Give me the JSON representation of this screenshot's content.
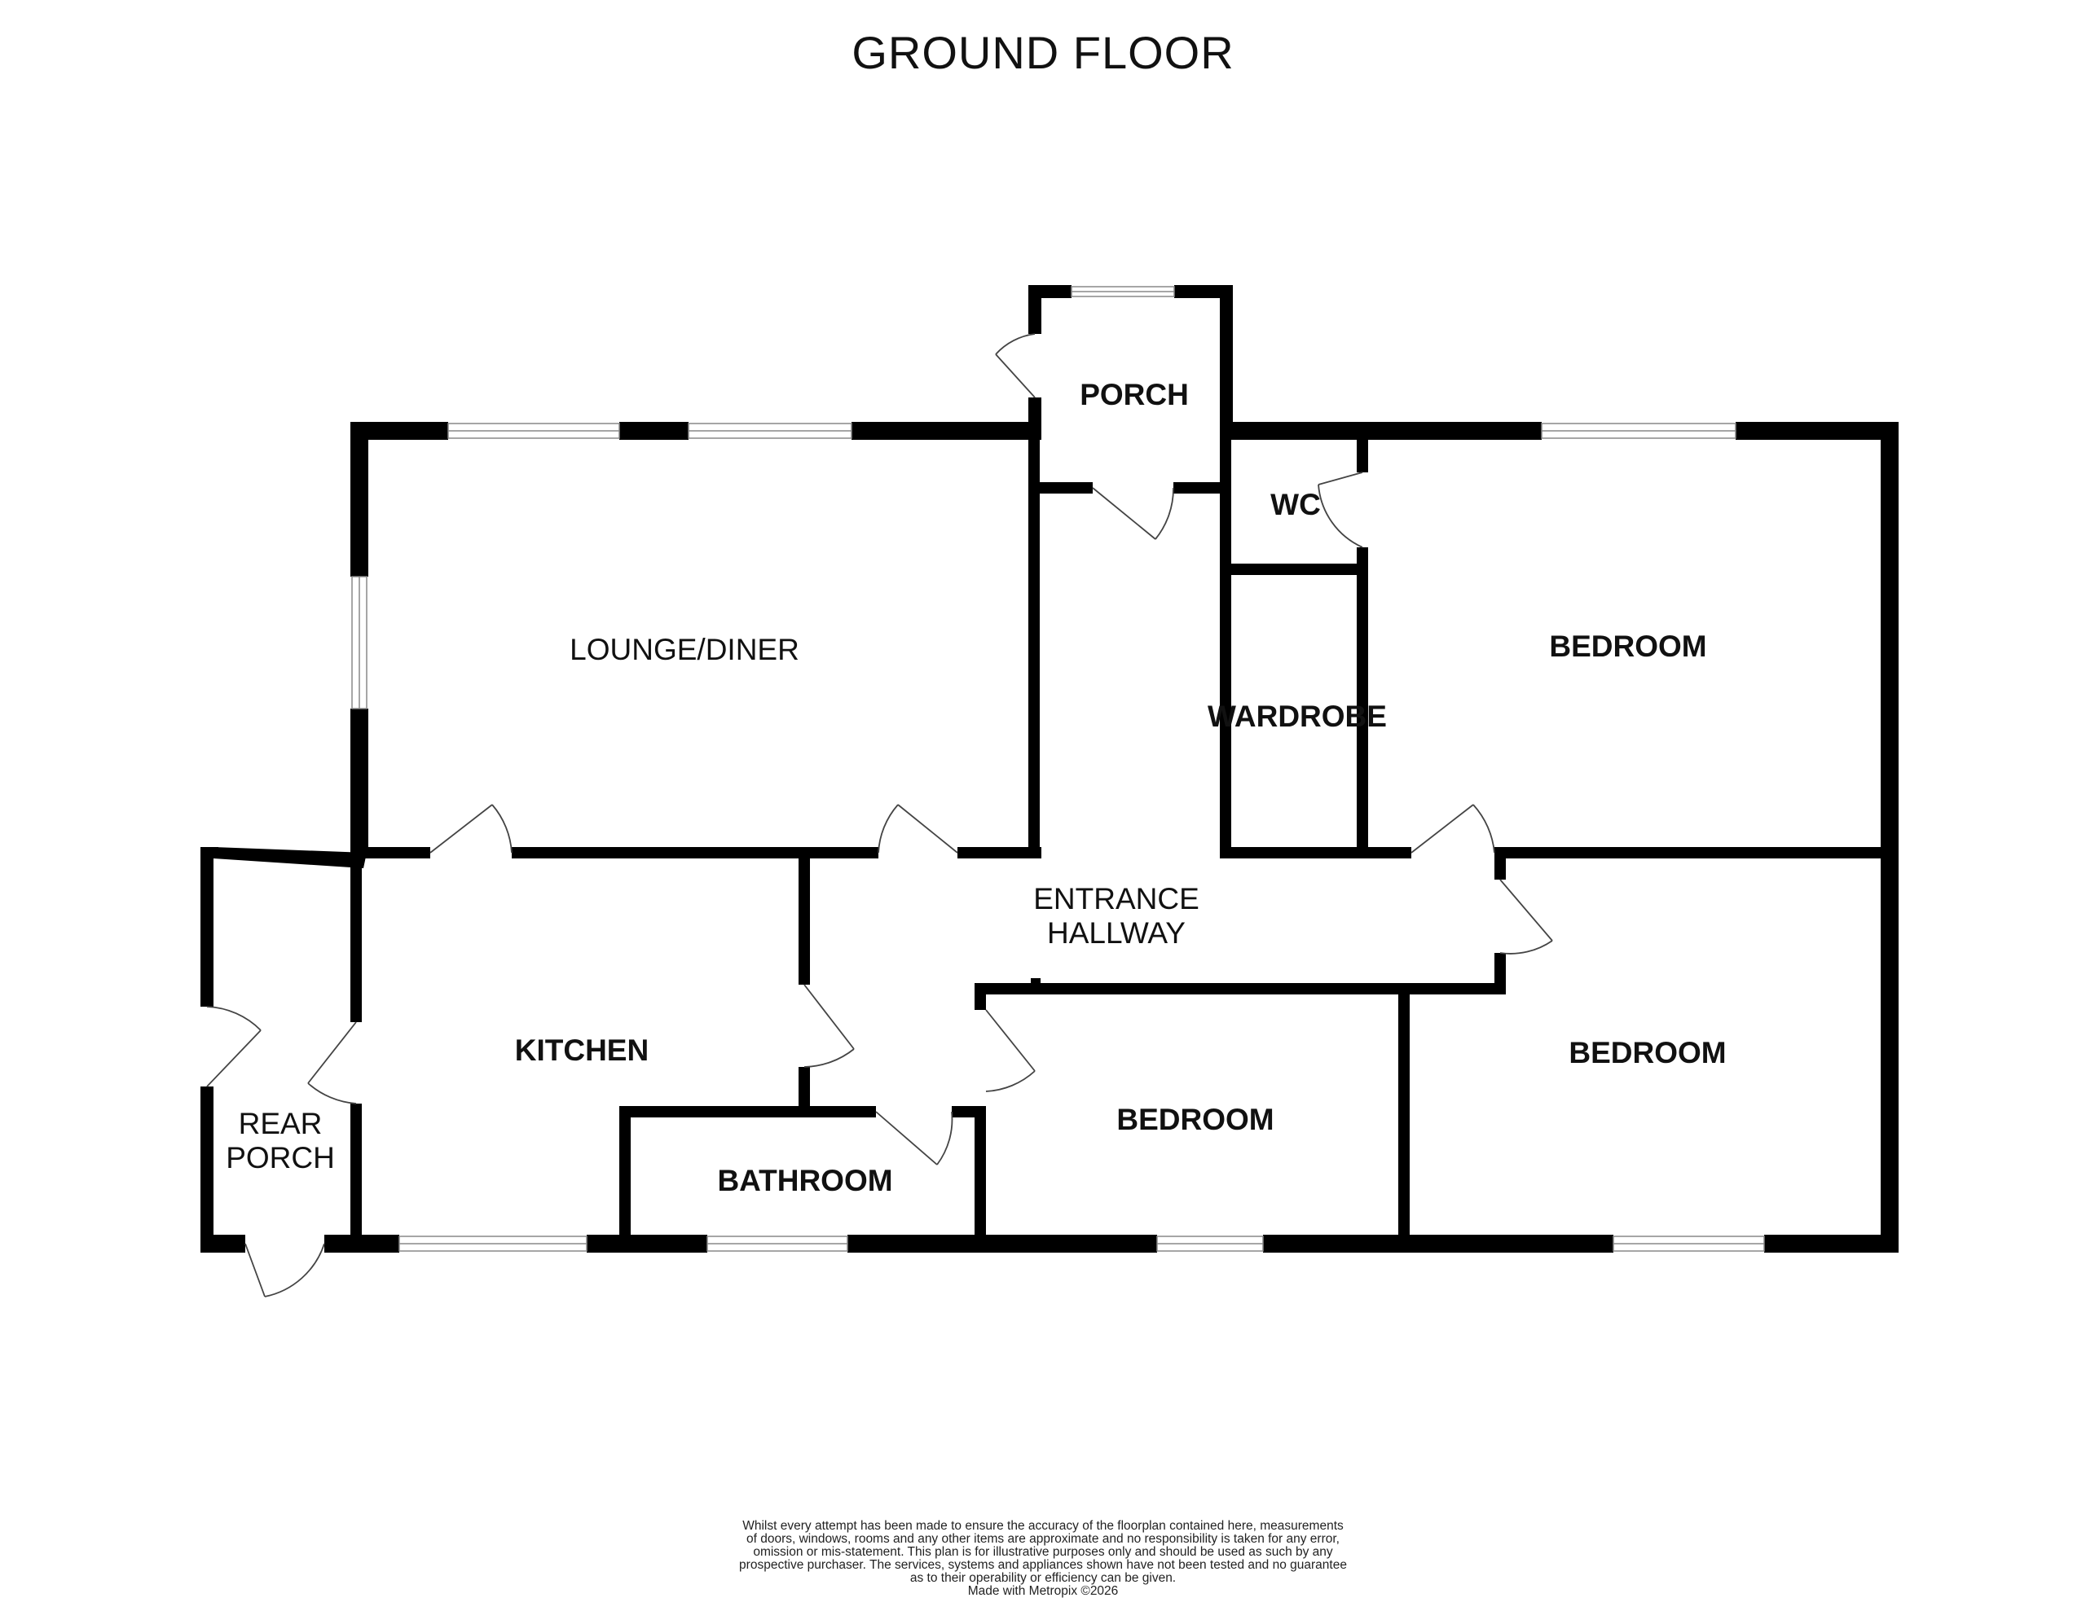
{
  "title": "GROUND FLOOR",
  "rooms": {
    "porch": "PORCH",
    "wc": "WC",
    "lounge": "LOUNGE/DINER",
    "wardrobe": "WARDROBE",
    "bedroom1": "BEDROOM",
    "hallway_line1": "ENTRANCE",
    "hallway_line2": "HALLWAY",
    "kitchen": "KITCHEN",
    "bedroom2": "BEDROOM",
    "bedroom3": "BEDROOM",
    "rear_porch_line1": "REAR",
    "rear_porch_line2": "PORCH",
    "bathroom": "BATHROOM"
  },
  "disclaimer": {
    "line1": "Whilst every attempt has been made to ensure the accuracy of the floorplan contained here, measurements",
    "line2": "of doors, windows, rooms and any other items are approximate and no responsibility is taken for any error,",
    "line3": "omission or mis-statement. This plan is for illustrative purposes only and should be used as such by any",
    "line4": "prospective purchaser. The services, systems and appliances shown have not been tested and no guarantee",
    "line5": "as to their operability or efficiency can be given.",
    "line6": "Made with Metropix ©2026"
  },
  "colors": {
    "wall": "#000000",
    "window": "#999999",
    "background": "#ffffff"
  }
}
